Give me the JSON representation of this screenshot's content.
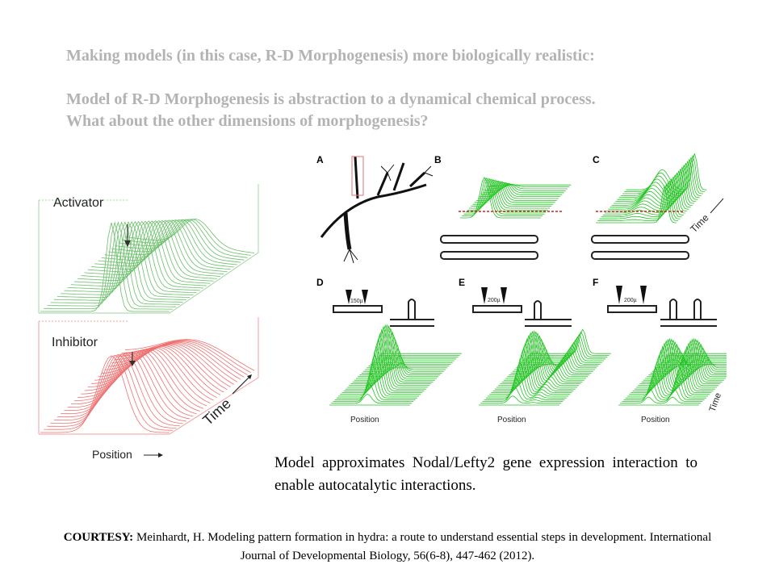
{
  "heading": {
    "line1": "Making models (in this case, R-D Morphogenesis) more biologically realistic:",
    "line2": "Model of R-D Morphogenesis is abstraction to a dynamical chemical process.",
    "line3": "What about the other dimensions of  morphogenesis?"
  },
  "left_figure": {
    "activator_label": "Activator",
    "inhibitor_label": "Inhibitor",
    "time_label": "Time",
    "position_label": "Position",
    "colors": {
      "activator": "#6abf6a",
      "inhibitor": "#f07070"
    }
  },
  "right_figure": {
    "panels": [
      "A",
      "B",
      "C",
      "D",
      "E",
      "F"
    ],
    "time_label": "Time",
    "position_label": "Position",
    "scale_labels": [
      "150µ",
      "200µ",
      "200µ"
    ],
    "colors": {
      "curves": "#22c422"
    }
  },
  "caption": "Model approximates Nodal/Lefty2 gene expression interaction to enable autocatalytic interactions.",
  "courtesy": {
    "label": "COURTESY:",
    "text": " Meinhardt, H.   Modeling pattern formation in hydra: a route to understand essential steps in development. International Journal of Developmental Biology, 56(6-8), 447-462 (2012)."
  }
}
